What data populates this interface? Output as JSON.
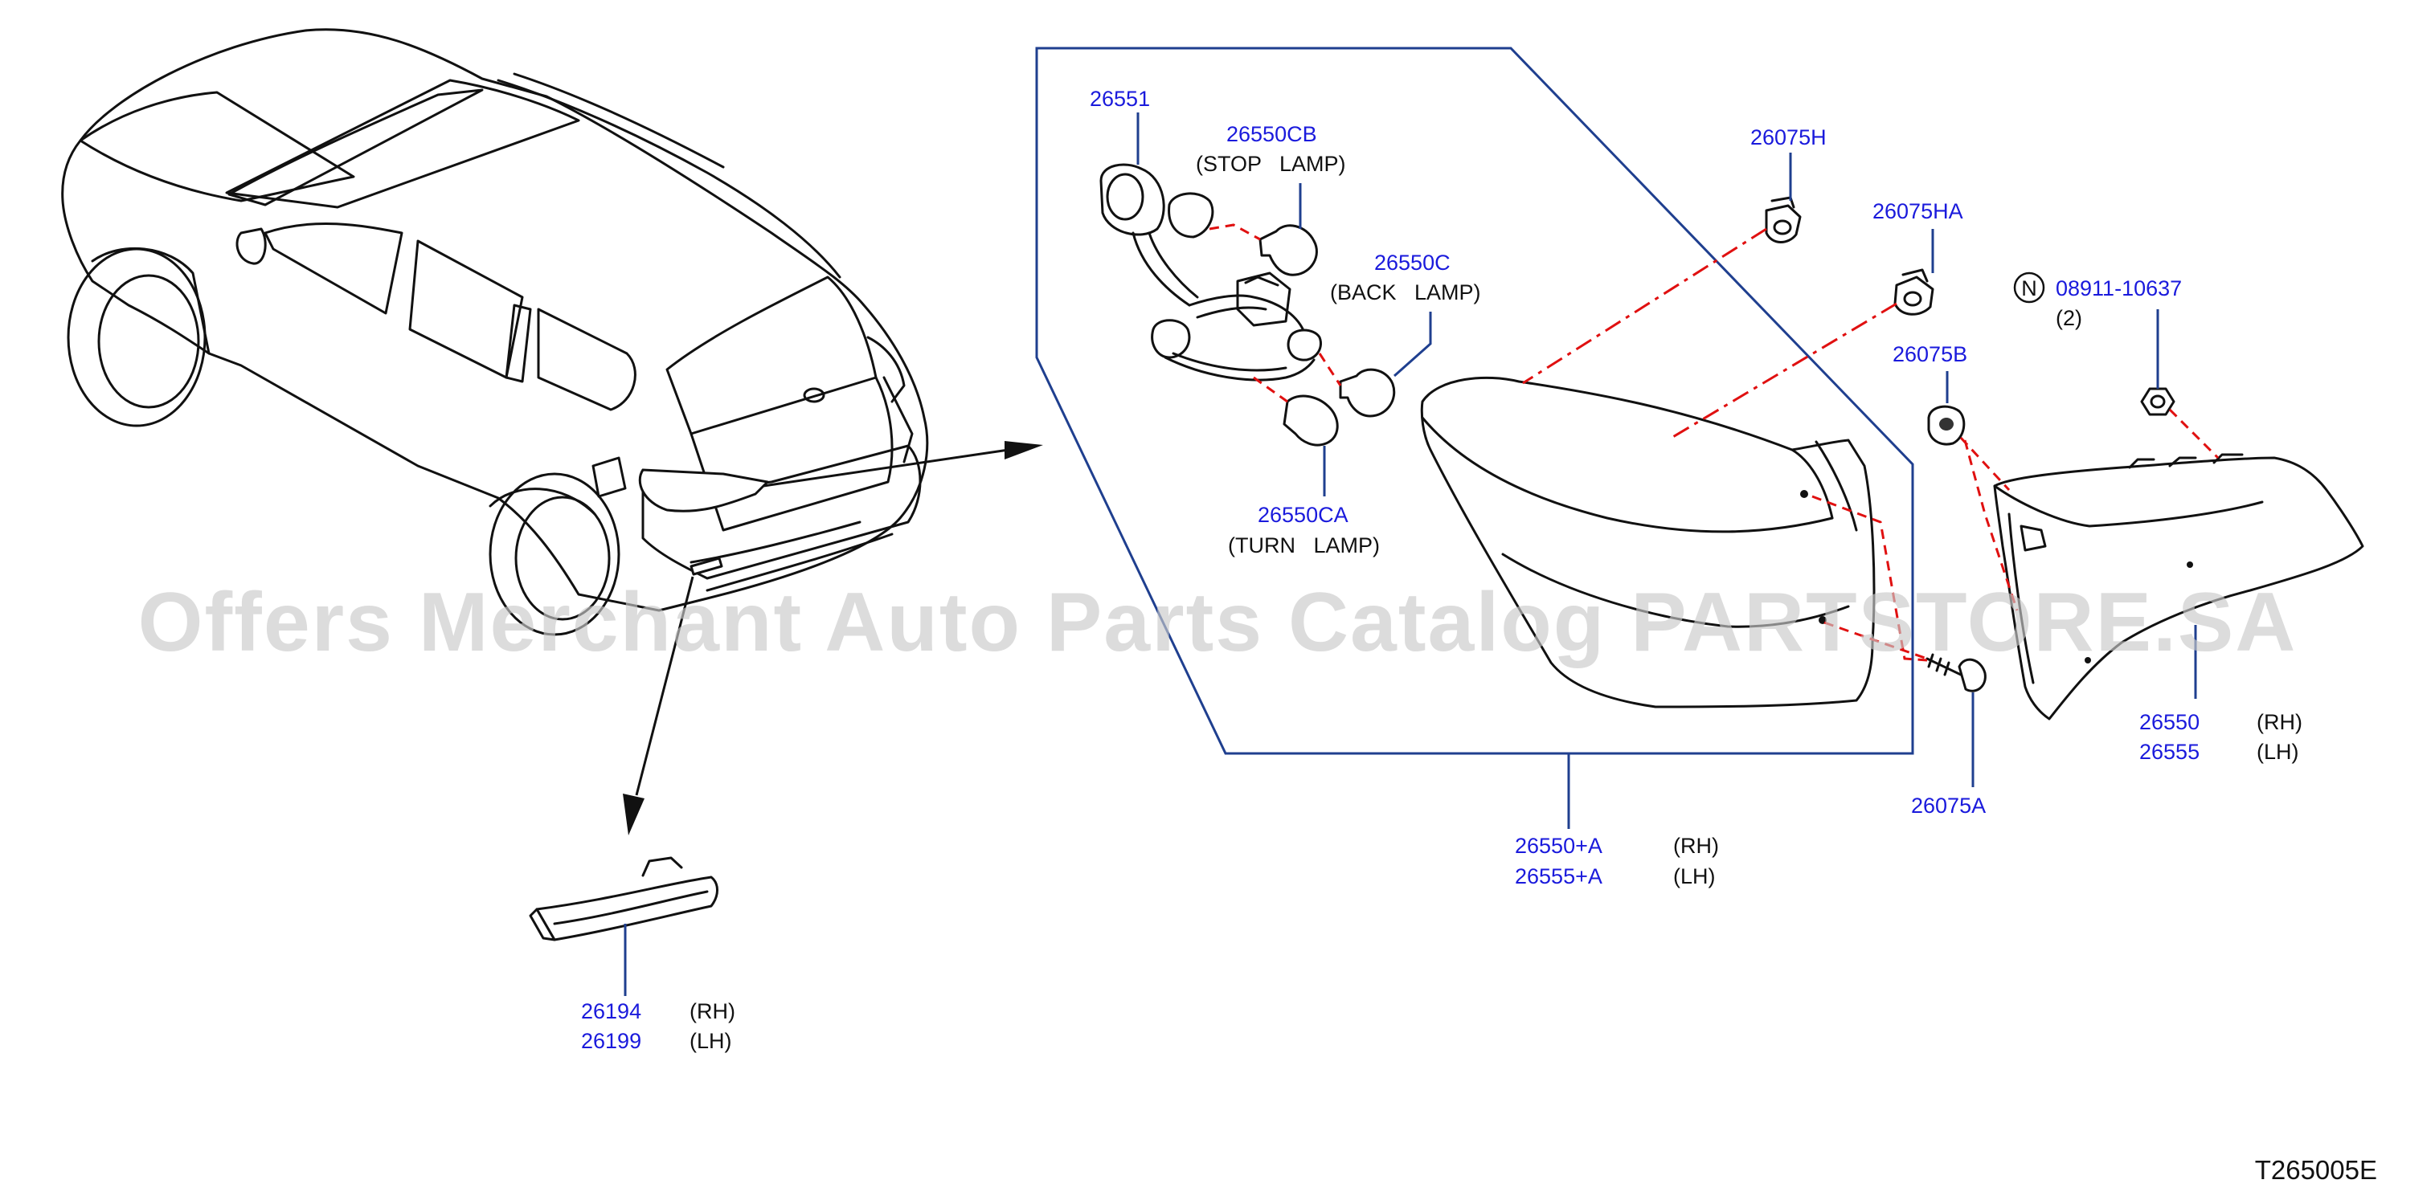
{
  "watermark": "Offers Merchant Auto Parts Catalog PARTSTORE.SA",
  "diagram_code": "T265005E",
  "colors": {
    "part_number": "#1a1adc",
    "leader_line": "#1f3f8f",
    "guide_line": "#e01010",
    "watermark": "#c9c9c9"
  },
  "callouts": {
    "socket": {
      "number": "26551"
    },
    "stop_bulb": {
      "number": "26550CB",
      "description": "(STOP   LAMP)"
    },
    "back_bulb": {
      "number": "26550C",
      "description": "(BACK   LAMP)"
    },
    "turn_bulb": {
      "number": "26550CA",
      "description": "(TURN   LAMP)"
    },
    "grommet_h": {
      "number": "26075H"
    },
    "grommet_ha": {
      "number": "26075HA"
    },
    "nut_marker": "N",
    "nut": {
      "number": "08911-10637",
      "quantity": "(2)"
    },
    "grommet_b": {
      "number": "26075B"
    },
    "screw_a": {
      "number": "26075A"
    },
    "outer_lamp": {
      "rh_number": "26550",
      "rh_side": "(RH)",
      "lh_number": "26555",
      "lh_side": "(LH)"
    },
    "lamp_assembly": {
      "rh_number": "26550+A",
      "rh_side": "(RH)",
      "lh_number": "26555+A",
      "lh_side": "(LH)"
    },
    "reflector": {
      "rh_number": "26194",
      "rh_side": "(RH)",
      "lh_number": "26199",
      "lh_side": "(LH)"
    }
  }
}
